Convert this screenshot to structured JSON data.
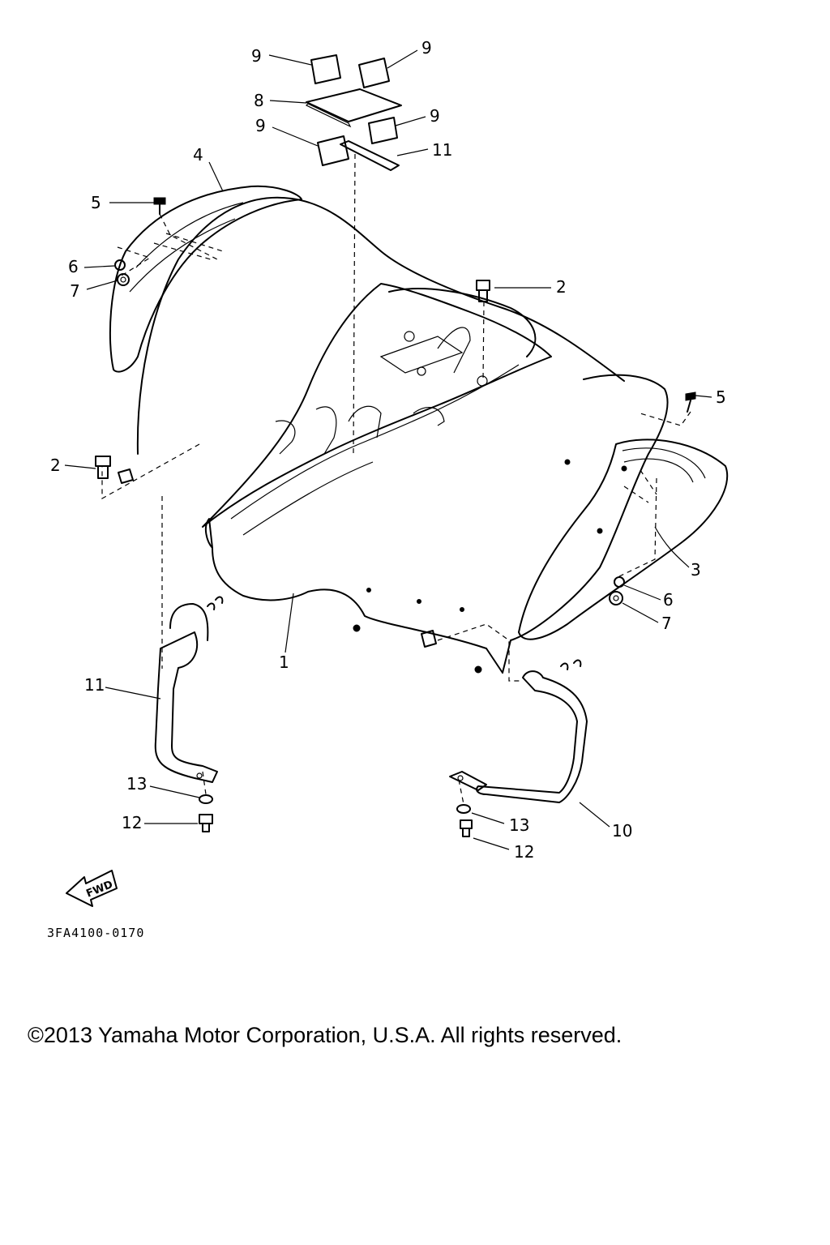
{
  "diagram": {
    "callouts": [
      {
        "id": "c-9a",
        "label": "9"
      },
      {
        "id": "c-9b",
        "label": "9"
      },
      {
        "id": "c-8",
        "label": "8"
      },
      {
        "id": "c-9c",
        "label": "9"
      },
      {
        "id": "c-9d",
        "label": "9"
      },
      {
        "id": "c-11a",
        "label": "11"
      },
      {
        "id": "c-4",
        "label": "4"
      },
      {
        "id": "c-5a",
        "label": "5"
      },
      {
        "id": "c-6a",
        "label": "6"
      },
      {
        "id": "c-7a",
        "label": "7"
      },
      {
        "id": "c-2a",
        "label": "2"
      },
      {
        "id": "c-5b",
        "label": "5"
      },
      {
        "id": "c-2b",
        "label": "2"
      },
      {
        "id": "c-3",
        "label": "3"
      },
      {
        "id": "c-6b",
        "label": "6"
      },
      {
        "id": "c-7b",
        "label": "7"
      },
      {
        "id": "c-1",
        "label": "1"
      },
      {
        "id": "c-11b",
        "label": "11"
      },
      {
        "id": "c-13a",
        "label": "13"
      },
      {
        "id": "c-12a",
        "label": "12"
      },
      {
        "id": "c-13b",
        "label": "13"
      },
      {
        "id": "c-10",
        "label": "10"
      },
      {
        "id": "c-12b",
        "label": "12"
      }
    ],
    "fwd_label": "FWD",
    "diagram_code": "3FA4100-0170"
  },
  "footer": {
    "copyright": "©2013 Yamaha Motor Corporation, U.S.A. All rights reserved."
  }
}
